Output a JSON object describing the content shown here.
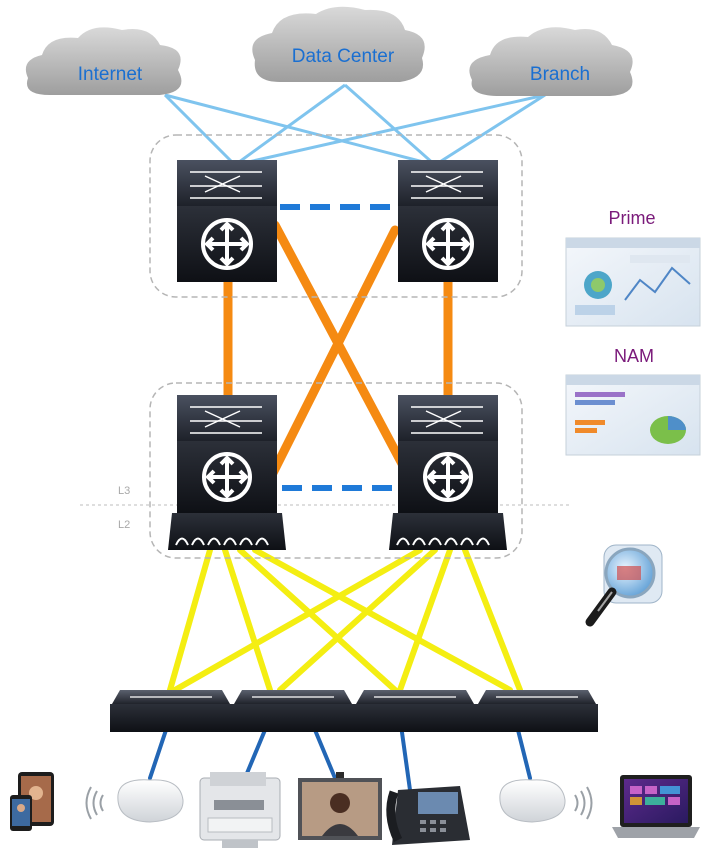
{
  "clouds": [
    {
      "id": "internet",
      "label": "Internet"
    },
    {
      "id": "data-center",
      "label": "Data Center"
    },
    {
      "id": "branch",
      "label": "Branch"
    }
  ],
  "tools": {
    "prime": {
      "label": "Prime"
    },
    "nam": {
      "label": "NAM"
    }
  },
  "layers": {
    "l3": "L3",
    "l2": "L2"
  },
  "colors": {
    "uplink": "#7fc4ee",
    "l3_link": "#f58a12",
    "peer_link": "#1f7ad8",
    "access_link": "#f4ee12",
    "endpoint_link": "#2266b5",
    "tool_label": "#7a1a7a",
    "cloud_label": "#1a6fd1"
  },
  "devices": {
    "core_switches": [
      "core-switch-left",
      "core-switch-right"
    ],
    "distribution_switches": [
      "distribution-switch-left",
      "distribution-switch-right"
    ],
    "access_switches": [
      "access-switch-1",
      "access-switch-2",
      "access-switch-3",
      "access-switch-4"
    ],
    "endpoints": [
      "tablet-icon",
      "access-point-icon",
      "printer-icon",
      "video-endpoint-icon",
      "ip-phone-icon",
      "access-point-icon",
      "laptop-icon"
    ]
  }
}
